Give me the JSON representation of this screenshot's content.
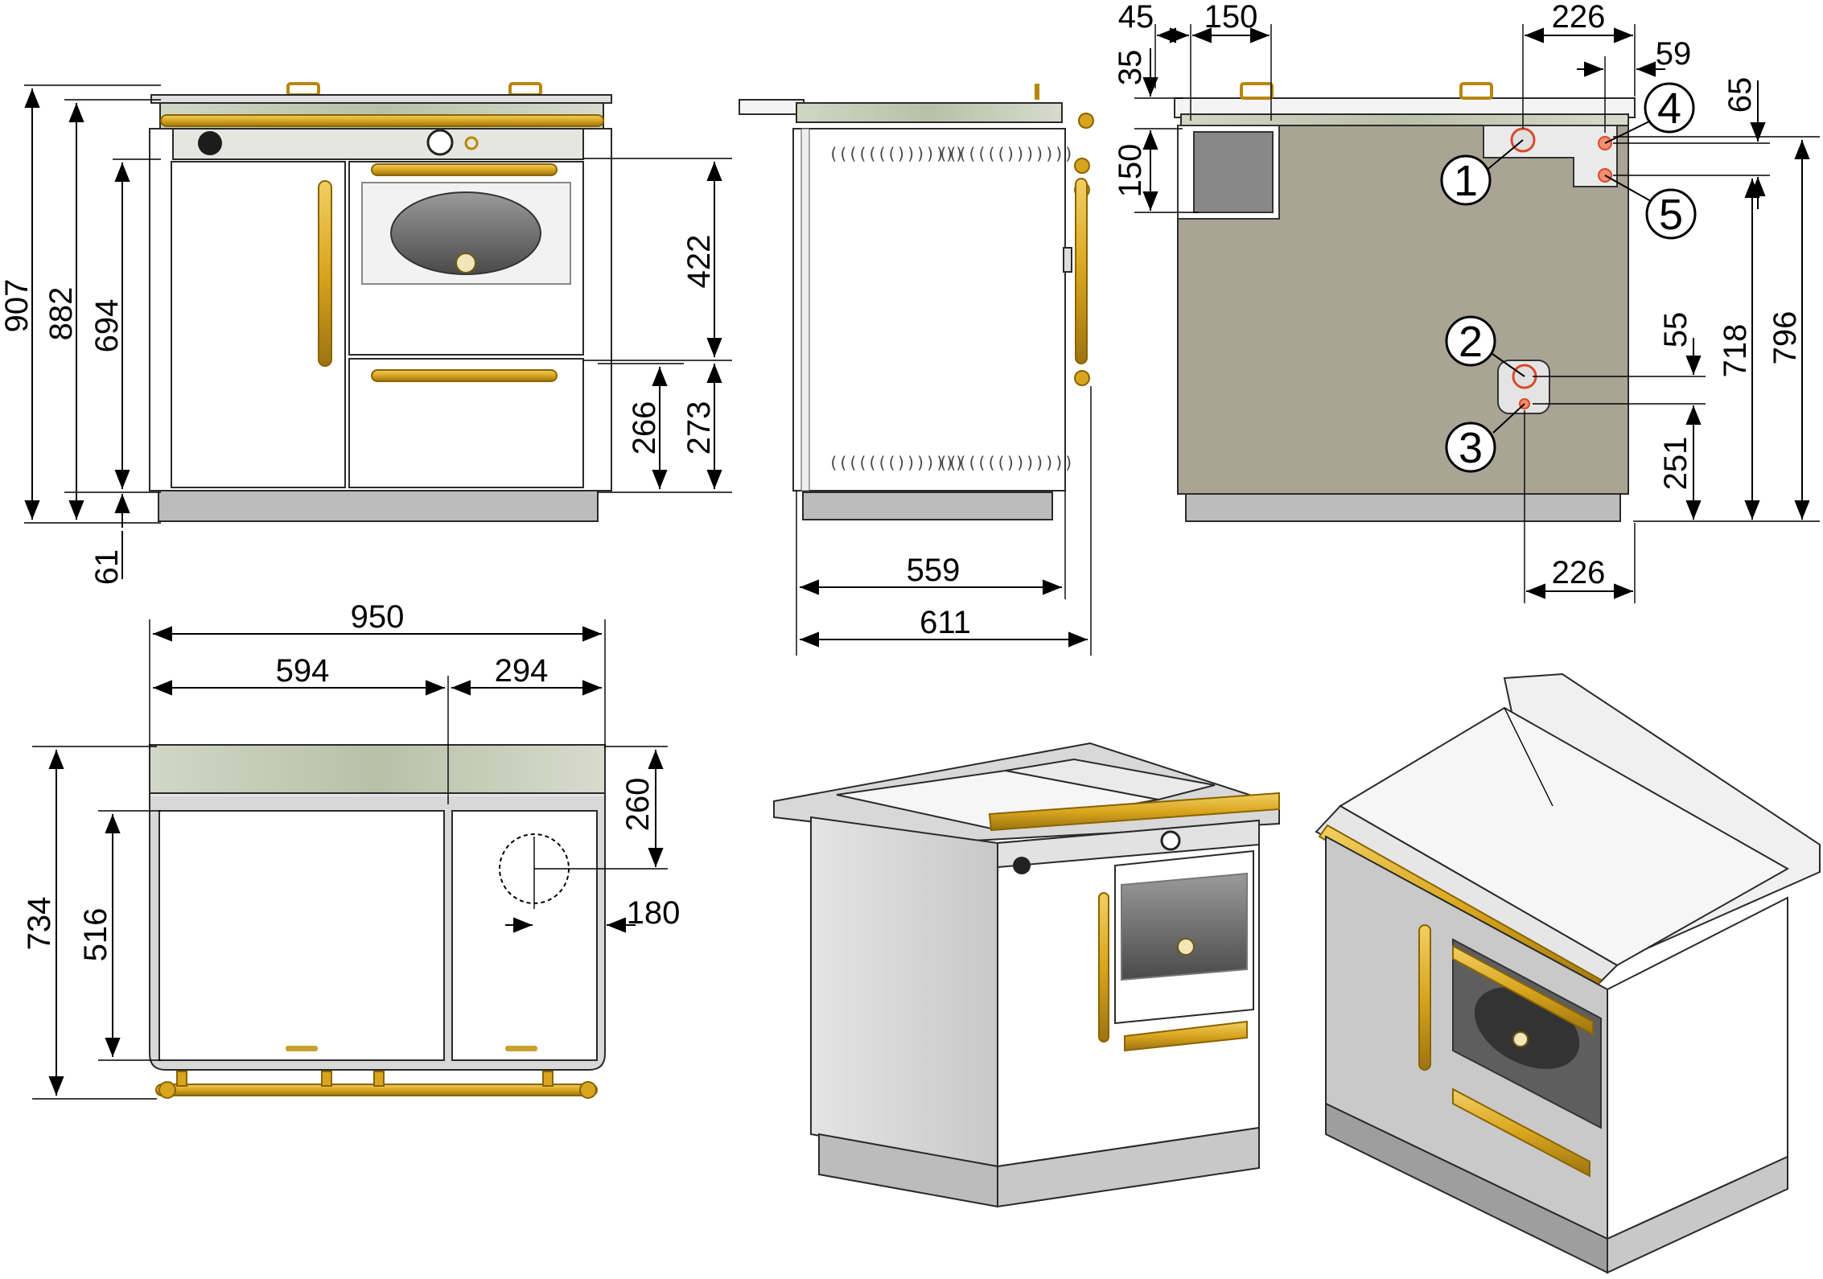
{
  "colors": {
    "brass": "#d9a51e",
    "top_stone": "#c4c9b6",
    "body_white": "#ffffff",
    "rear_panel": "#a9a494",
    "base_grey": "#b9b9b9",
    "pipe_red": "#d94a2a"
  },
  "front_view": {
    "dims": {
      "total_height": "907",
      "height_to_top": "882",
      "door_height": "694",
      "oven_height": "422",
      "drawer_height": "266",
      "drawer_opening": "273",
      "base_height": "61"
    }
  },
  "side_view": {
    "dims": {
      "body_depth": "559",
      "total_depth": "611"
    }
  },
  "rear_view": {
    "dims": {
      "left_offset": "45",
      "flue_box_width": "150",
      "flue_top_offset": "35",
      "flue_box_height": "150",
      "pipe1_to_pipe4": "226",
      "pipe4_to_edge": "59",
      "pipe4_spacing": "65",
      "pipe2_to_pipe3": "55",
      "pipe2_height": "718",
      "pipe1_height": "796",
      "pipe3_height": "251",
      "pipe3_to_edge": "226"
    },
    "callouts": [
      "1",
      "2",
      "3",
      "4",
      "5"
    ]
  },
  "top_view": {
    "dims": {
      "total_width": "950",
      "left_width": "594",
      "right_width": "294",
      "total_depth": "734",
      "hotplate_depth": "516",
      "flue_center_y": "260",
      "flue_center_x": "180"
    }
  }
}
